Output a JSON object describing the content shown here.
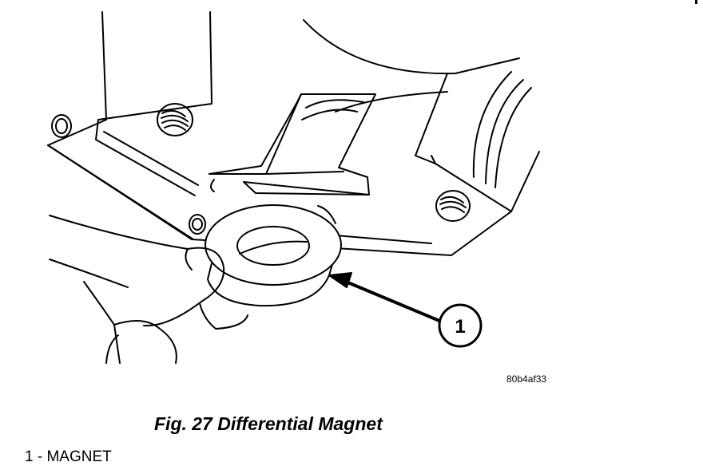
{
  "figure": {
    "image_id": "80b4af33",
    "callout_number": "1",
    "caption": "Fig. 27 Differential Magnet",
    "legend": [
      "1 - MAGNET"
    ]
  }
}
